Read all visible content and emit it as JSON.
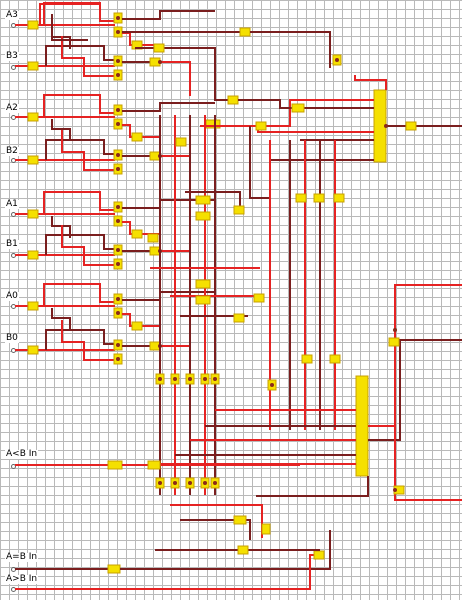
{
  "inputs": [
    {
      "id": "a3",
      "label": "A3"
    },
    {
      "id": "b3",
      "label": "B3"
    },
    {
      "id": "a2",
      "label": "A2"
    },
    {
      "id": "b2",
      "label": "B2"
    },
    {
      "id": "a1",
      "label": "A1"
    },
    {
      "id": "b1",
      "label": "B1"
    },
    {
      "id": "a0",
      "label": "A0"
    },
    {
      "id": "b0",
      "label": "B0"
    },
    {
      "id": "alb",
      "label": "A<B In"
    },
    {
      "id": "aeb",
      "label": "A=B In"
    },
    {
      "id": "agb",
      "label": "A>B In"
    }
  ],
  "colors": {
    "wire_on": "#e52222",
    "wire_off": "#7a1e1e",
    "component_fill": "#f5e000",
    "component_border": "#c8a000",
    "pin_dot": "#8a2a1a",
    "grid": "#b9b9b9",
    "background": "#ffffff"
  }
}
